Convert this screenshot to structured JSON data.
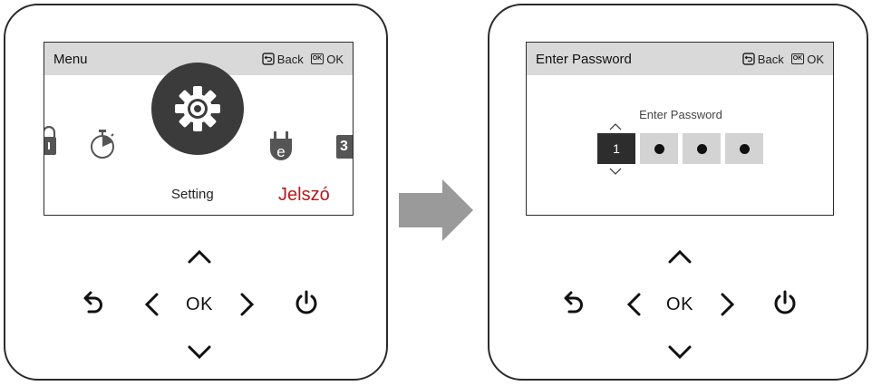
{
  "left_panel": {
    "title": "Menu",
    "back_label": "Back",
    "ok_badge": "OK",
    "ok_label": "OK",
    "carousel": {
      "items": [
        {
          "name": "lock",
          "icon": "lock-icon"
        },
        {
          "name": "timer",
          "icon": "timer-icon"
        },
        {
          "name": "Setting",
          "icon": "gear-icon",
          "selected": true
        },
        {
          "name": "plug",
          "icon": "plug-icon"
        },
        {
          "name": "partial",
          "icon": "number-3-icon"
        }
      ],
      "selected_caption": "Setting",
      "highlight_caption": "Jelszó",
      "partial_glyph": "3",
      "plug_letter": "e"
    },
    "keypad": {
      "ok": "OK"
    }
  },
  "right_panel": {
    "title": "Enter Password",
    "back_label": "Back",
    "ok_badge": "OK",
    "ok_label": "OK",
    "prompt": "Enter Password",
    "digits": [
      "1",
      "",
      "",
      ""
    ],
    "keypad": {
      "ok": "OK"
    }
  },
  "colors": {
    "highlight": "#b31b1b",
    "header_bg": "#d9d9d9",
    "selected_bg": "#3b3b3b",
    "arrow": "#9a9a9a"
  }
}
